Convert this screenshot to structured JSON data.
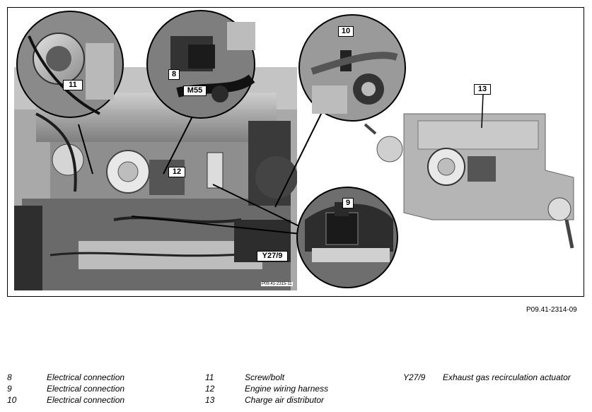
{
  "figure": {
    "callouts": {
      "c8": "8",
      "c9": "9",
      "c10": "10",
      "c11": "11",
      "c12": "12",
      "c13": "13",
      "m55": "M55",
      "y27": "Y27/9"
    },
    "inner_code": "P09.41-2315-11",
    "figure_code": "P09.41-2314-09"
  },
  "legend": {
    "rows": [
      {
        "code": "8",
        "text": "Electrical connection"
      },
      {
        "code": "9",
        "text": "Electrical connection"
      },
      {
        "code": "10",
        "text": "Electrical connection"
      },
      {
        "code": "11",
        "text": "Screw/bolt"
      },
      {
        "code": "12",
        "text": "Engine wiring harness"
      },
      {
        "code": "13",
        "text": "Charge air distributor"
      },
      {
        "code": "Y27/9",
        "text": "Exhaust gas recirculation actuator"
      }
    ]
  }
}
